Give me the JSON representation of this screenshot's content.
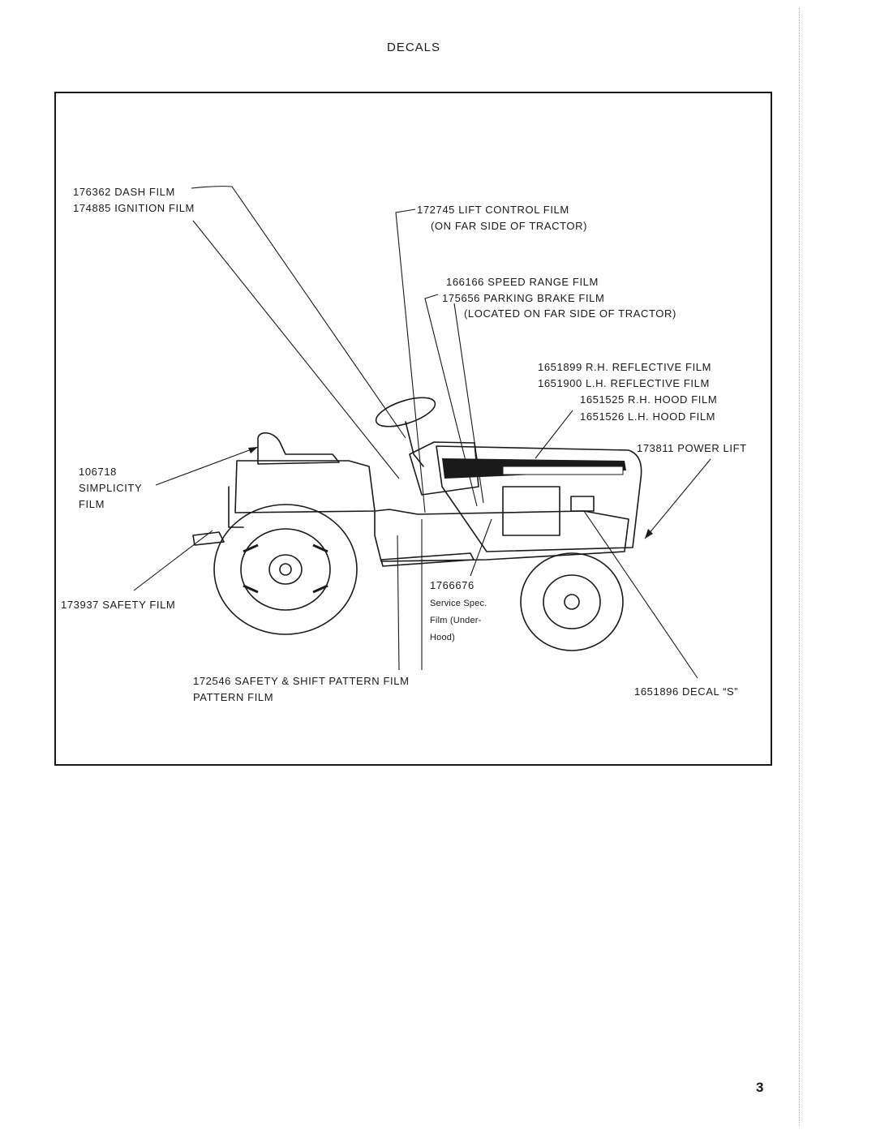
{
  "header": {
    "title": "DECALS"
  },
  "callouts": {
    "dash": "176362 DASH FILM",
    "ignition": "174885 IGNITION FILM",
    "lift_control_1": "172745 LIFT CONTROL FILM",
    "lift_control_2": "(ON FAR SIDE OF TRACTOR)",
    "speed_range": "166166 SPEED RANGE FILM",
    "parking_brake_1": "175656 PARKING BRAKE FILM",
    "parking_brake_2": "(LOCATED ON FAR SIDE OF TRACTOR)",
    "rh_reflective": "1651899 R.H. REFLECTIVE FILM",
    "lh_reflective": "1651900 L.H. REFLECTIVE FILM",
    "rh_hood": "1651525 R.H. HOOD FILM",
    "lh_hood": "1651526 L.H. HOOD FILM",
    "power_lift": "173811 POWER LIFT",
    "simplicity_1": "106718",
    "simplicity_2": "SIMPLICITY",
    "simplicity_3": "FILM",
    "safety": "173937 SAFETY FILM",
    "service_spec_1": "1766676",
    "service_spec_2": "Service Spec.",
    "service_spec_3": "Film (Under-",
    "service_spec_4": "Hood)",
    "shift_pattern_1": "172546 SAFETY & SHIFT PATTERN FILM",
    "shift_pattern_2": "PATTERN FILM",
    "decal_s": "1651896 DECAL “S”"
  },
  "footer": {
    "page_number": "3"
  }
}
